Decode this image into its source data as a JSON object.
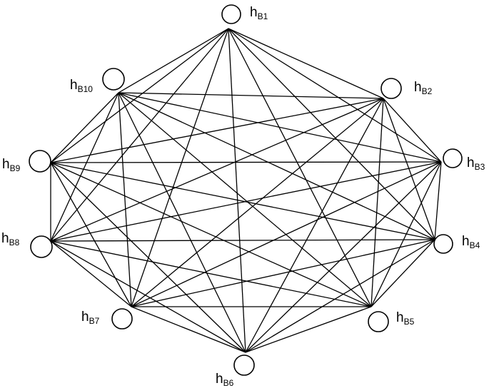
{
  "graph": {
    "type": "complete-graph",
    "nodes": [
      {
        "id": "B1",
        "label": "h",
        "sub": "B1"
      },
      {
        "id": "B2",
        "label": "h",
        "sub": "B2"
      },
      {
        "id": "B3",
        "label": "h",
        "sub": "B3"
      },
      {
        "id": "B4",
        "label": "h",
        "sub": "B4"
      },
      {
        "id": "B5",
        "label": "h",
        "sub": "B5"
      },
      {
        "id": "B6",
        "label": "h",
        "sub": "B6"
      },
      {
        "id": "B7",
        "label": "h",
        "sub": "B7"
      },
      {
        "id": "B8",
        "label": "h",
        "sub": "B8"
      },
      {
        "id": "B9",
        "label": "h",
        "sub": "B9"
      },
      {
        "id": "B10",
        "label": "h",
        "sub": "B10"
      }
    ],
    "connectivity": "all-pairs",
    "colors": {
      "stroke": "#000000",
      "node_fill": "#ffffff",
      "background": "#ffffff"
    }
  }
}
